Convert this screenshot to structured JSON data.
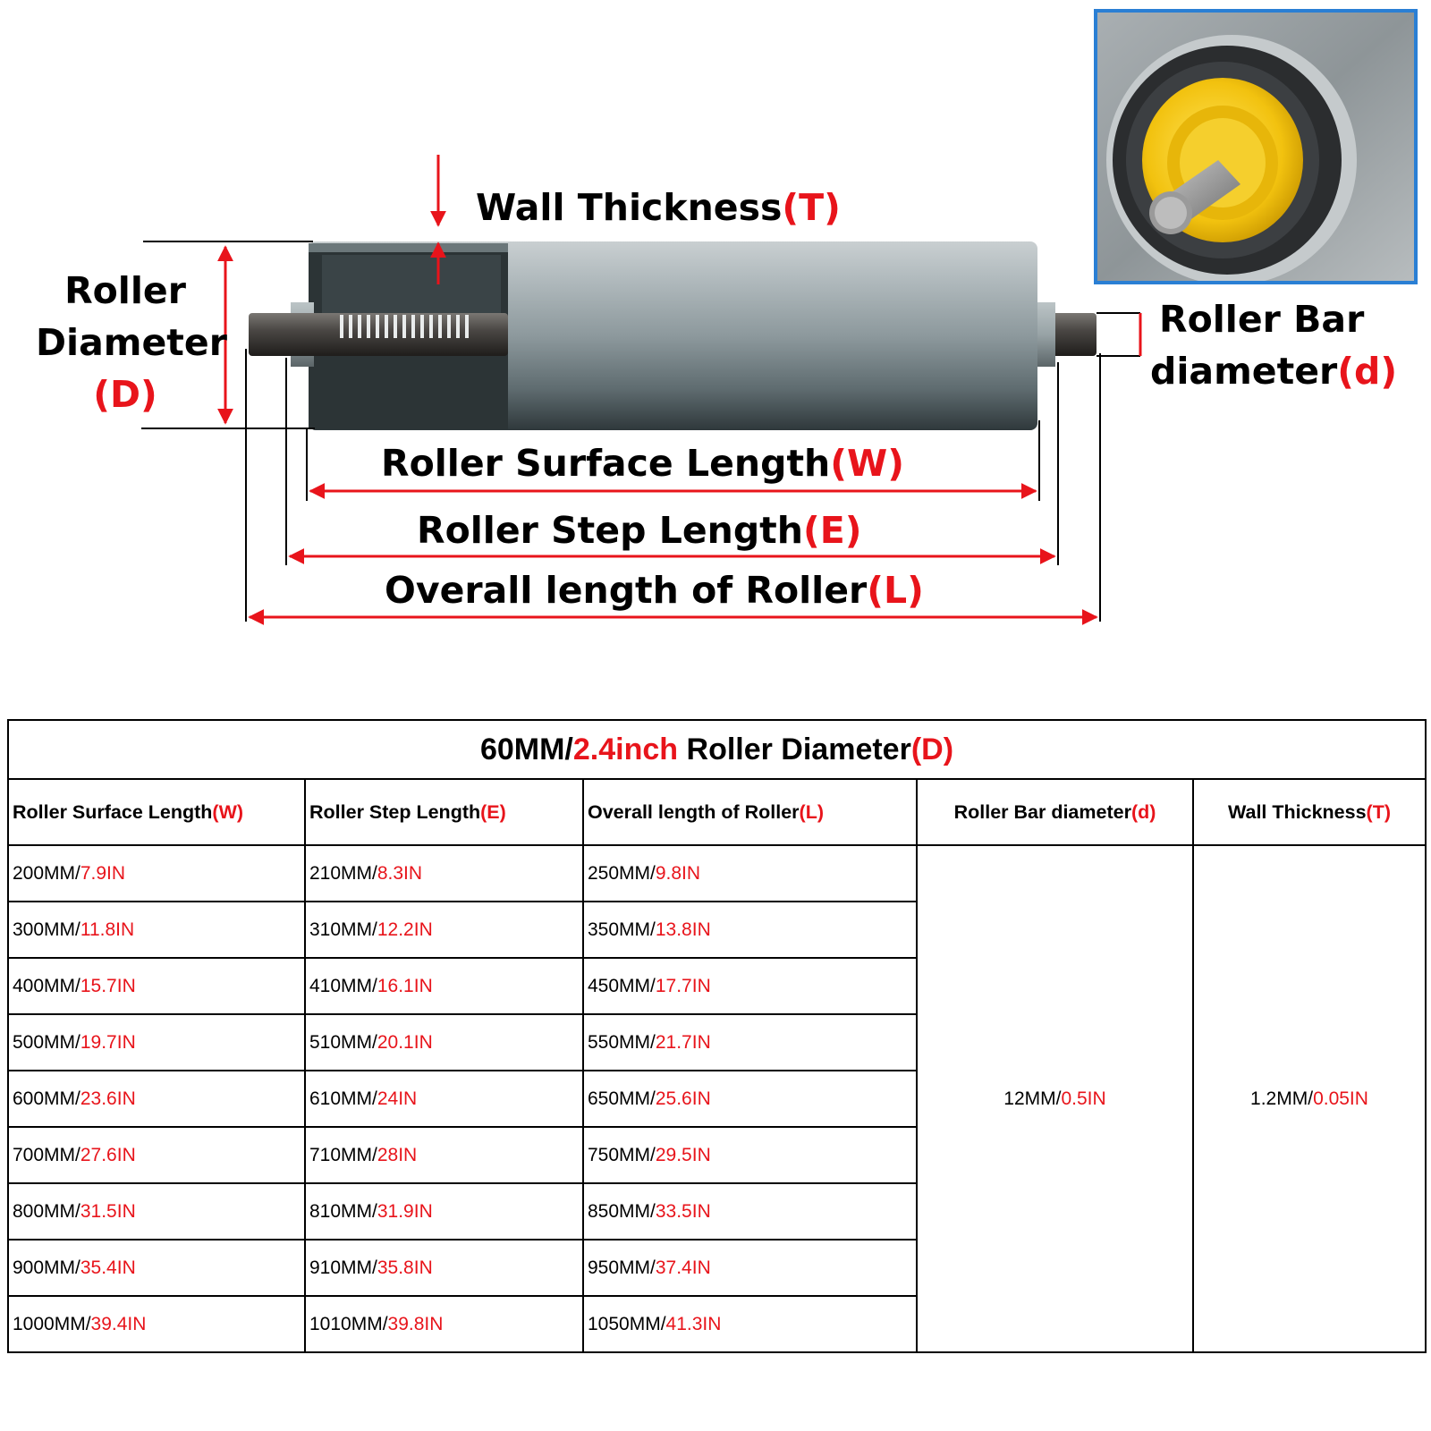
{
  "diagram": {
    "wall_thickness": {
      "text": "Wall Thickness",
      "symbol": "(T)"
    },
    "roller_diameter": {
      "line1": "Roller",
      "line2": "Diameter",
      "symbol": "(D)"
    },
    "roller_bar": {
      "line1": "Roller Bar",
      "line2": "diameter",
      "symbol": "(d)"
    },
    "surface_length": {
      "text": "Roller Surface Length",
      "symbol": "(W)"
    },
    "step_length": {
      "text": "Roller Step Length",
      "symbol": "(E)"
    },
    "overall_length": {
      "text": "Overall length of Roller",
      "symbol": "(L)"
    }
  },
  "table": {
    "title": {
      "part1": "60MM/",
      "part2": "2.4inch",
      "part3": " Roller Diameter",
      "part4": "(D)"
    },
    "headers": [
      {
        "text": "Roller Surface Length",
        "symbol": "(W)"
      },
      {
        "text": "Roller Step Length",
        "symbol": "(E)"
      },
      {
        "text": "Overall length of Roller",
        "symbol": "(L)"
      },
      {
        "text": "Roller Bar diameter",
        "symbol": "(d)"
      },
      {
        "text": "Wall Thickness",
        "symbol": "(T)"
      }
    ],
    "rows": [
      {
        "w_mm": "200MM/",
        "w_in": "7.9IN",
        "e_mm": "210MM/",
        "e_in": "8.3IN",
        "l_mm": "250MM/",
        "l_in": "9.8IN"
      },
      {
        "w_mm": "300MM/",
        "w_in": "11.8IN",
        "e_mm": "310MM/",
        "e_in": "12.2IN",
        "l_mm": "350MM/",
        "l_in": "13.8IN"
      },
      {
        "w_mm": "400MM/",
        "w_in": "15.7IN",
        "e_mm": "410MM/",
        "e_in": "16.1IN",
        "l_mm": "450MM/",
        "l_in": "17.7IN"
      },
      {
        "w_mm": "500MM/",
        "w_in": "19.7IN",
        "e_mm": "510MM/",
        "e_in": "20.1IN",
        "l_mm": "550MM/",
        "l_in": "21.7IN"
      },
      {
        "w_mm": "600MM/",
        "w_in": "23.6IN",
        "e_mm": "610MM/",
        "e_in": "24IN",
        "l_mm": "650MM/",
        "l_in": "25.6IN"
      },
      {
        "w_mm": "700MM/",
        "w_in": "27.6IN",
        "e_mm": "710MM/",
        "e_in": "28IN",
        "l_mm": "750MM/",
        "l_in": "29.5IN"
      },
      {
        "w_mm": "800MM/",
        "w_in": "31.5IN",
        "e_mm": "810MM/",
        "e_in": "31.9IN",
        "l_mm": "850MM/",
        "l_in": "33.5IN"
      },
      {
        "w_mm": "900MM/",
        "w_in": "35.4IN",
        "e_mm": "910MM/",
        "e_in": "35.8IN",
        "l_mm": "950MM/",
        "l_in": "37.4IN"
      },
      {
        "w_mm": "1000MM/",
        "w_in": "39.4IN",
        "e_mm": "1010MM/",
        "e_in": "39.8IN",
        "l_mm": "1050MM/",
        "l_in": "41.3IN"
      }
    ],
    "bar_diameter": {
      "mm": "12MM/",
      "in": "0.5IN"
    },
    "wall_thickness": {
      "mm": "1.2MM/",
      "in": "0.05IN"
    }
  },
  "colors": {
    "accent": "#e8141b",
    "photo_border": "#2a7fd4"
  }
}
